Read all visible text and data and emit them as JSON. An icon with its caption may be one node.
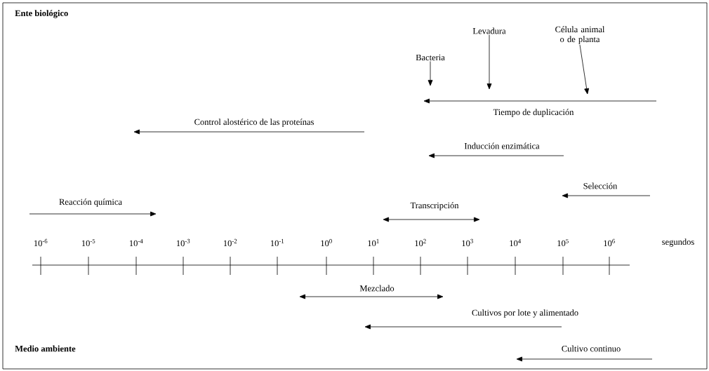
{
  "diagram": {
    "nodes": [
      {
        "text": [
          "Bacteria"
        ]
      },
      {
        "text": [
          "Levadura"
        ]
      },
      {
        "text": [
          "Célula animal o de planta"
        ]
      }
    ],
    "edges": [
      {
        "from": 0,
        "to": null,
        "arrow": "to"
      },
      {
        "from": 1,
        "to": null,
        "arrow": "to"
      },
      {
        "from": 2,
        "to": null,
        "arrow": "to"
      }
    ],
    "labels": [
      "Ente biológico",
      "Tiempo de duplicación",
      "Control alostérico de las proteínas",
      "Inducción enzimática",
      "Selección",
      "Reacción química",
      "Transcripción",
      "10$^{-6}$",
      "10$^{-5}$",
      "10$^{-4}$",
      "10$^{-3}$",
      "10$^{-2}$",
      "10$^{-1}$",
      "10$^{0}$",
      "10$^{1}$",
      "10$^{2}$",
      "10$^{3}$",
      "10$^{4}$",
      "10$^{5}$",
      "10$^{6}$",
      "segundos",
      "Mezclado",
      "Cultivos por lote y alimentado",
      "Medio ambiente",
      "Cultivo continuo"
    ]
  }
}
